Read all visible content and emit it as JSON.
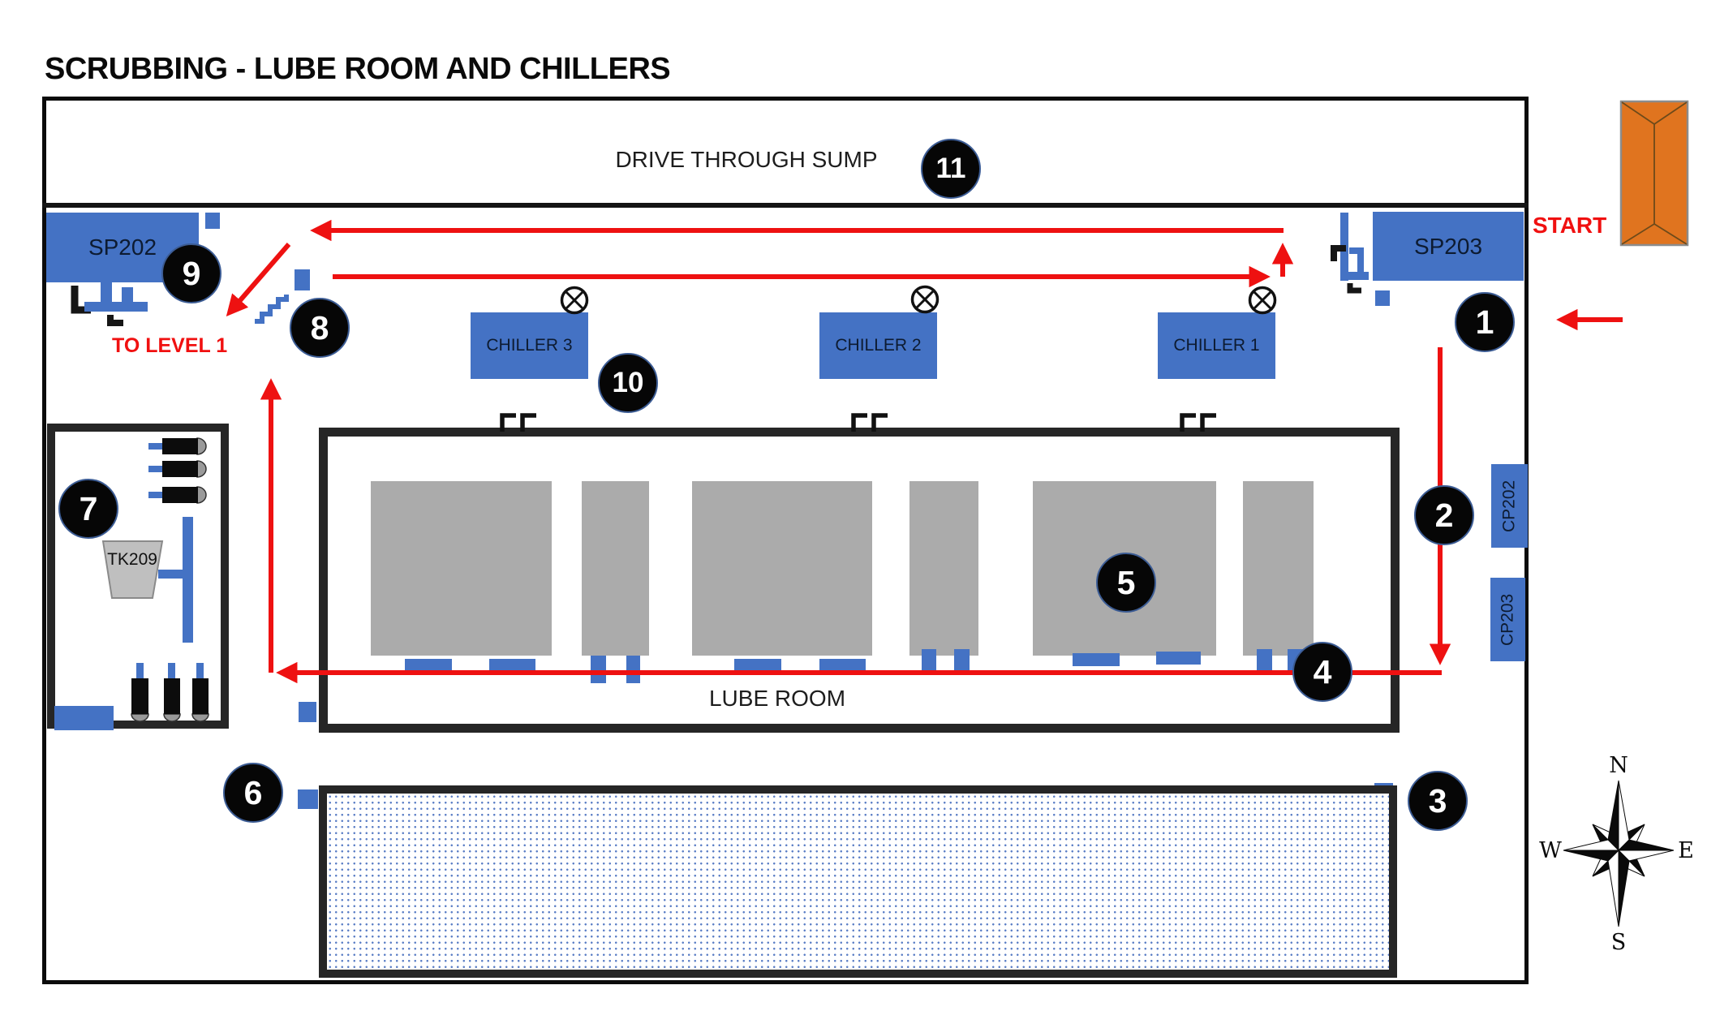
{
  "title": "SCRUBBING - LUBE ROOM AND CHILLERS",
  "areas": {
    "drive_through_sump": "DRIVE THROUGH SUMP",
    "lube_room": "LUBE ROOM",
    "to_level_1": "TO LEVEL 1",
    "start_label": "START"
  },
  "equipment": {
    "sp202": "SP202",
    "sp203": "SP203",
    "cp202": "CP202",
    "cp203": "CP203",
    "tk209": "TK209",
    "chillers": [
      "CHILLER 3",
      "CHILLER 2",
      "CHILLER 1"
    ]
  },
  "waypoints": [
    "1",
    "2",
    "3",
    "4",
    "5",
    "6",
    "7",
    "8",
    "9",
    "10",
    "11"
  ],
  "compass": {
    "north": "N",
    "east": "E",
    "south": "S",
    "west": "W"
  },
  "colors": {
    "equipment_blue": "#4472C4",
    "route_red": "#EE1111",
    "machine_gray": "#ABABAB",
    "start_orange": "#E0741F",
    "wall_dark": "#262626"
  }
}
